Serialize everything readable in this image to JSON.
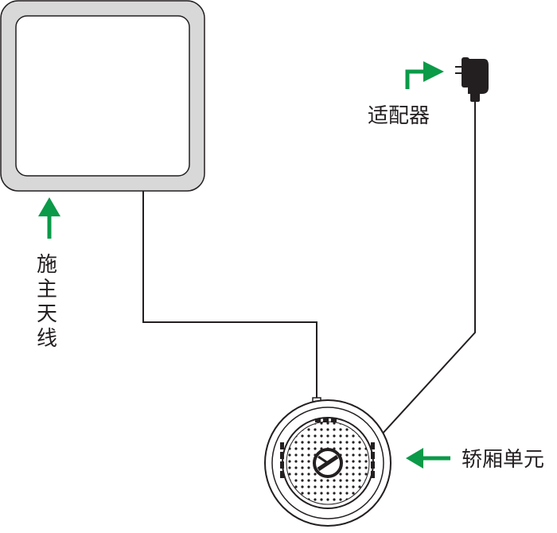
{
  "labels": {
    "adapter": "适配器",
    "antenna": [
      "施",
      "主",
      "天",
      "线"
    ],
    "car_unit": "轿厢单元"
  },
  "colors": {
    "arrow": "#0a9a48",
    "line": "#231f20",
    "frame": "#d8d8d8",
    "frame_inner": "#ffffff"
  },
  "icons": {
    "adapter": "power-adapter-icon",
    "unit": "round-car-unit-device"
  }
}
